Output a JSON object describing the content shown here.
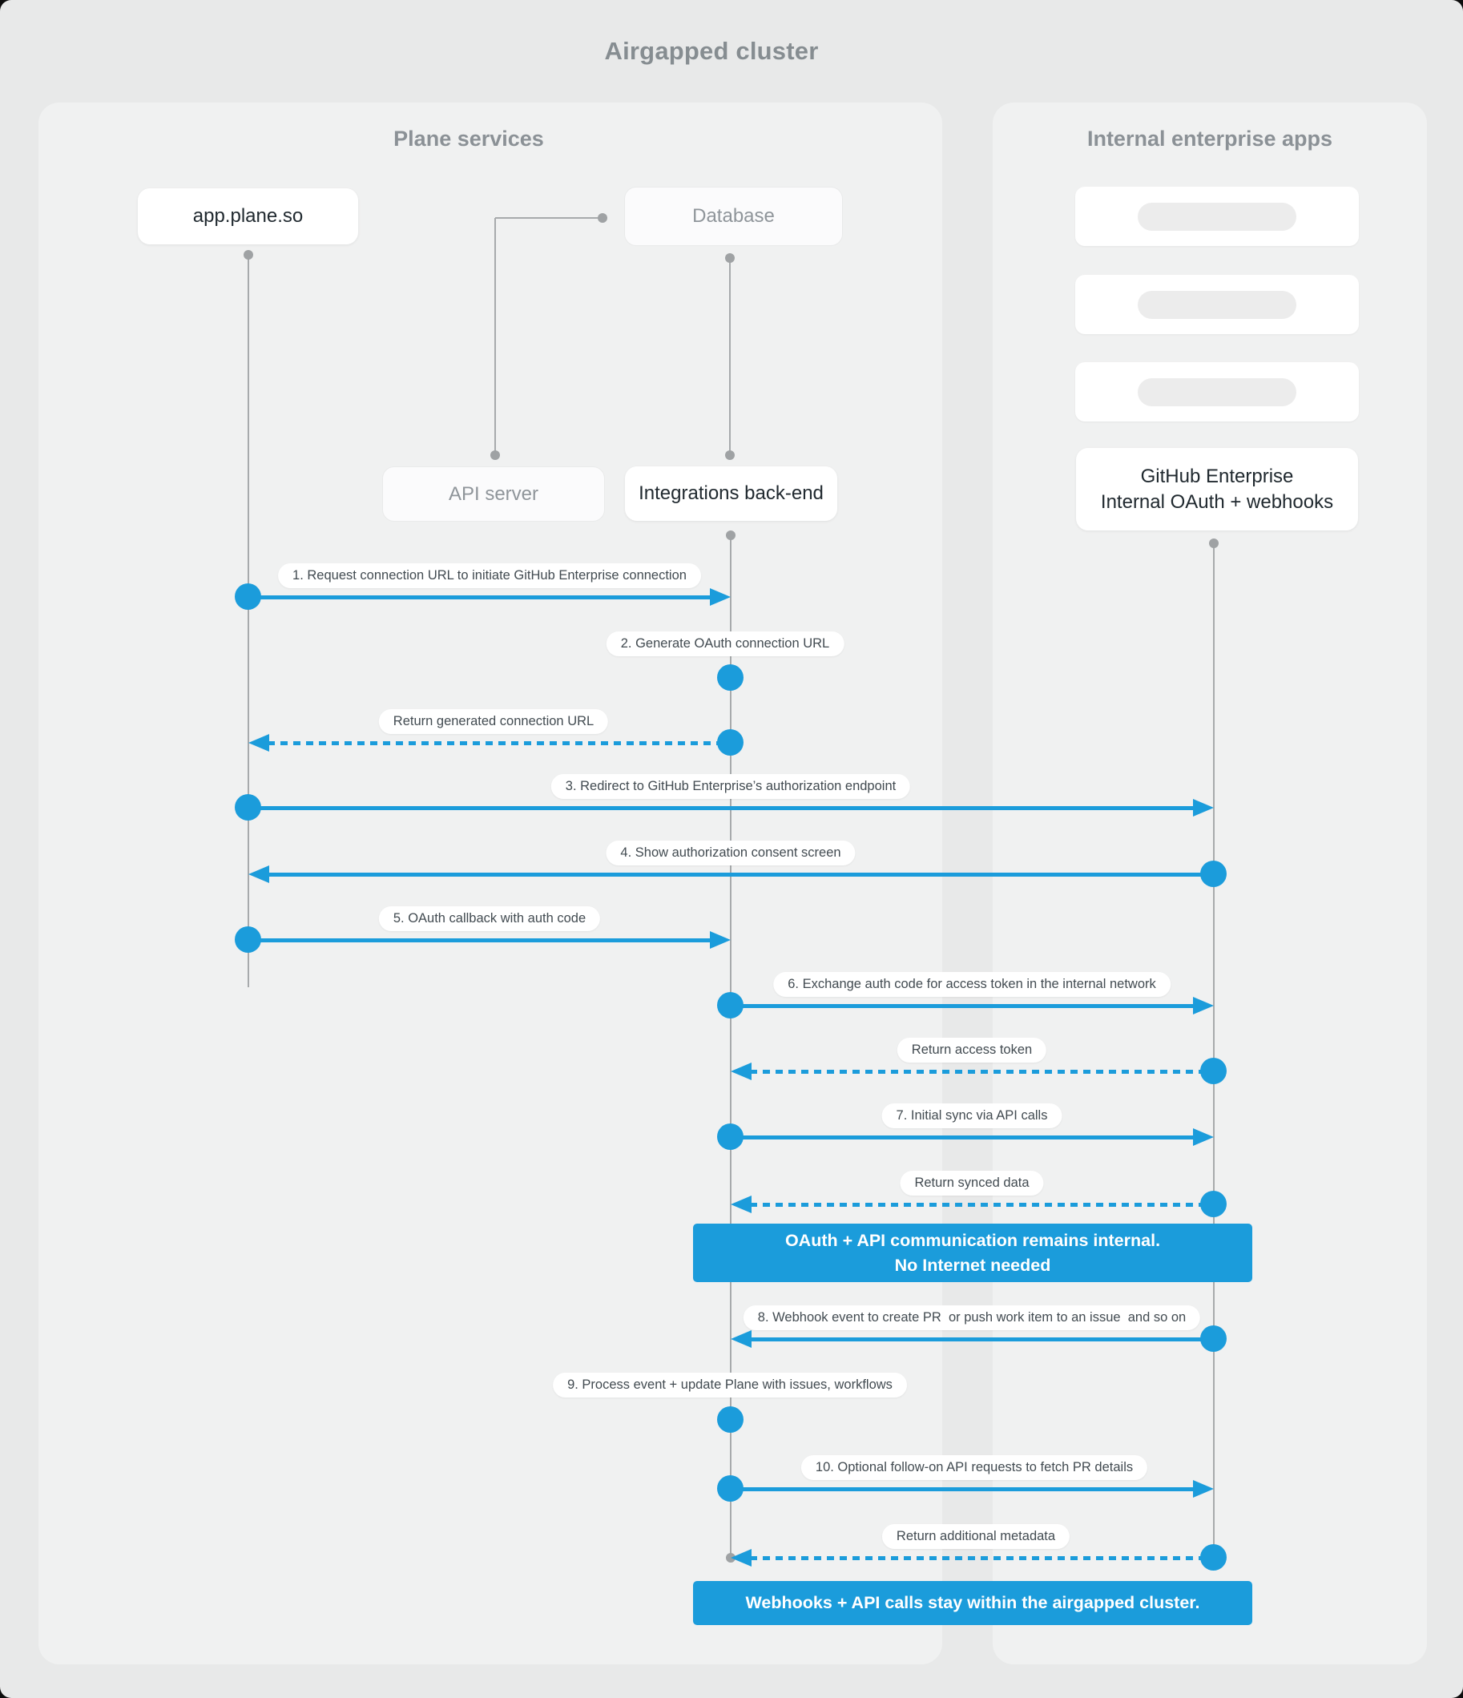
{
  "title": "Airgapped cluster",
  "panels": {
    "left": {
      "header": "Plane services"
    },
    "right": {
      "header": "Internal enterprise apps"
    }
  },
  "nodes": {
    "app": "app.plane.so",
    "database": "Database",
    "api_server": "API server",
    "integrations": "Integrations back-end",
    "github_line1": "GitHub Enterprise",
    "github_line2": "Internal OAuth + webhooks"
  },
  "messages": [
    {
      "label": "1. Request connection URL to initiate GitHub Enterprise connection"
    },
    {
      "label": "2. Generate OAuth connection URL"
    },
    {
      "label": "Return generated connection URL"
    },
    {
      "label": "3. Redirect to GitHub Enterprise’s authorization endpoint"
    },
    {
      "label": "4. Show authorization consent screen"
    },
    {
      "label": "5. OAuth callback with auth code"
    },
    {
      "label": "6. Exchange auth code for access token in the internal network"
    },
    {
      "label": "Return access token"
    },
    {
      "label": "7. Initial sync via API calls"
    },
    {
      "label": "Return synced data"
    },
    {
      "label": "8. Webhook event to create PR  or push work item to an issue  and so on"
    },
    {
      "label": "9. Process event + update Plane with issues, workflows"
    },
    {
      "label": "10. Optional follow-on API requests to fetch PR details"
    },
    {
      "label": "Return additional metadata"
    }
  ],
  "banners": [
    {
      "line1": "OAuth + API communication remains internal.",
      "line2": "No Internet needed"
    },
    {
      "line1": "Webhooks + API calls stay within the airgapped cluster."
    }
  ],
  "colors": {
    "accent": "#1b9cdb",
    "lifeline": "#a7aaac"
  }
}
